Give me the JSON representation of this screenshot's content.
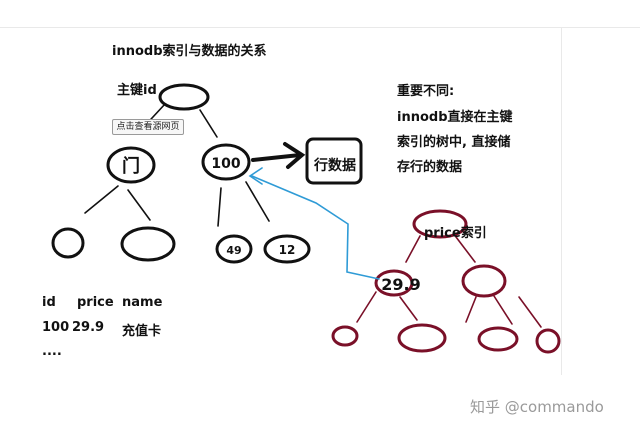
{
  "title": "innodb索引与数据的关系",
  "primary_key_label": "主键id",
  "tooltip": "点击查看源网页",
  "row_data_box": "行数据",
  "note_lines": [
    "重要不同:",
    "innodb直接在主键",
    "索引的树中, 直接储",
    "存行的数据"
  ],
  "price_index_label": "price索引",
  "table": {
    "headers": {
      "id": "id",
      "price": "price",
      "name": "name"
    },
    "row": {
      "id": "100",
      "price": "29.9",
      "name": "充值卡"
    },
    "ellipsis": "...."
  },
  "node_scribbles": {
    "pk_left": "门",
    "pk_right": "100",
    "pk_leaf_3": "49",
    "pk_leaf_4": "12",
    "price_mid_left": "29.9"
  },
  "watermark": "知乎 @commando",
  "colors": {
    "black_stroke": "#111111",
    "dark_red_stroke": "#7a1028",
    "blue_arrow": "#2f9bd6"
  }
}
